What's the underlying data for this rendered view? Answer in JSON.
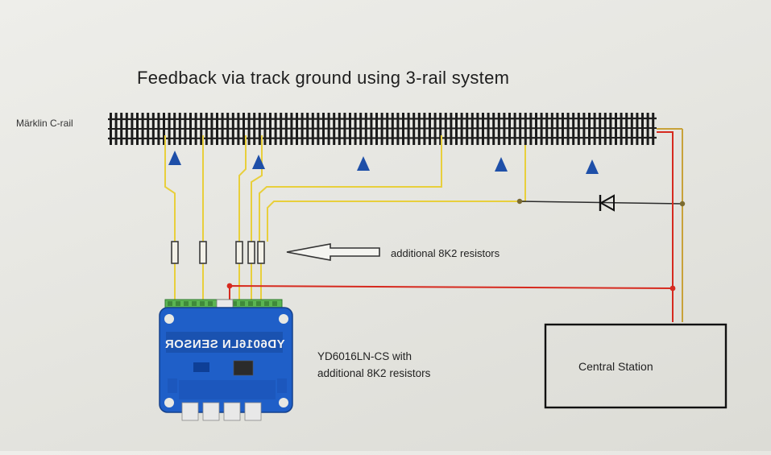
{
  "diagram": {
    "title": "Feedback via track ground using 3-rail system",
    "rail_label": "Märklin C-rail",
    "resistor_note": "additional 8K2 resistors",
    "device": {
      "caption_line1": "YD6016LN-CS with",
      "caption_line2": "additional 8K2 resistors",
      "board_print": "YD6016LN SENSOR"
    },
    "central_station": "Central Station",
    "colors": {
      "background": "#e8e8e3",
      "track": "#222222",
      "feedback_wire": "#e8cf3c",
      "power_wire": "#d62a1f",
      "ground_wire": "#c8a23a",
      "board": "#1f5fc8",
      "marker": "#1e4fa8",
      "diode": "#111111"
    },
    "icons": [
      "isolation-marker-icon",
      "diode-icon",
      "arrow-icon",
      "resistor-icon"
    ]
  }
}
